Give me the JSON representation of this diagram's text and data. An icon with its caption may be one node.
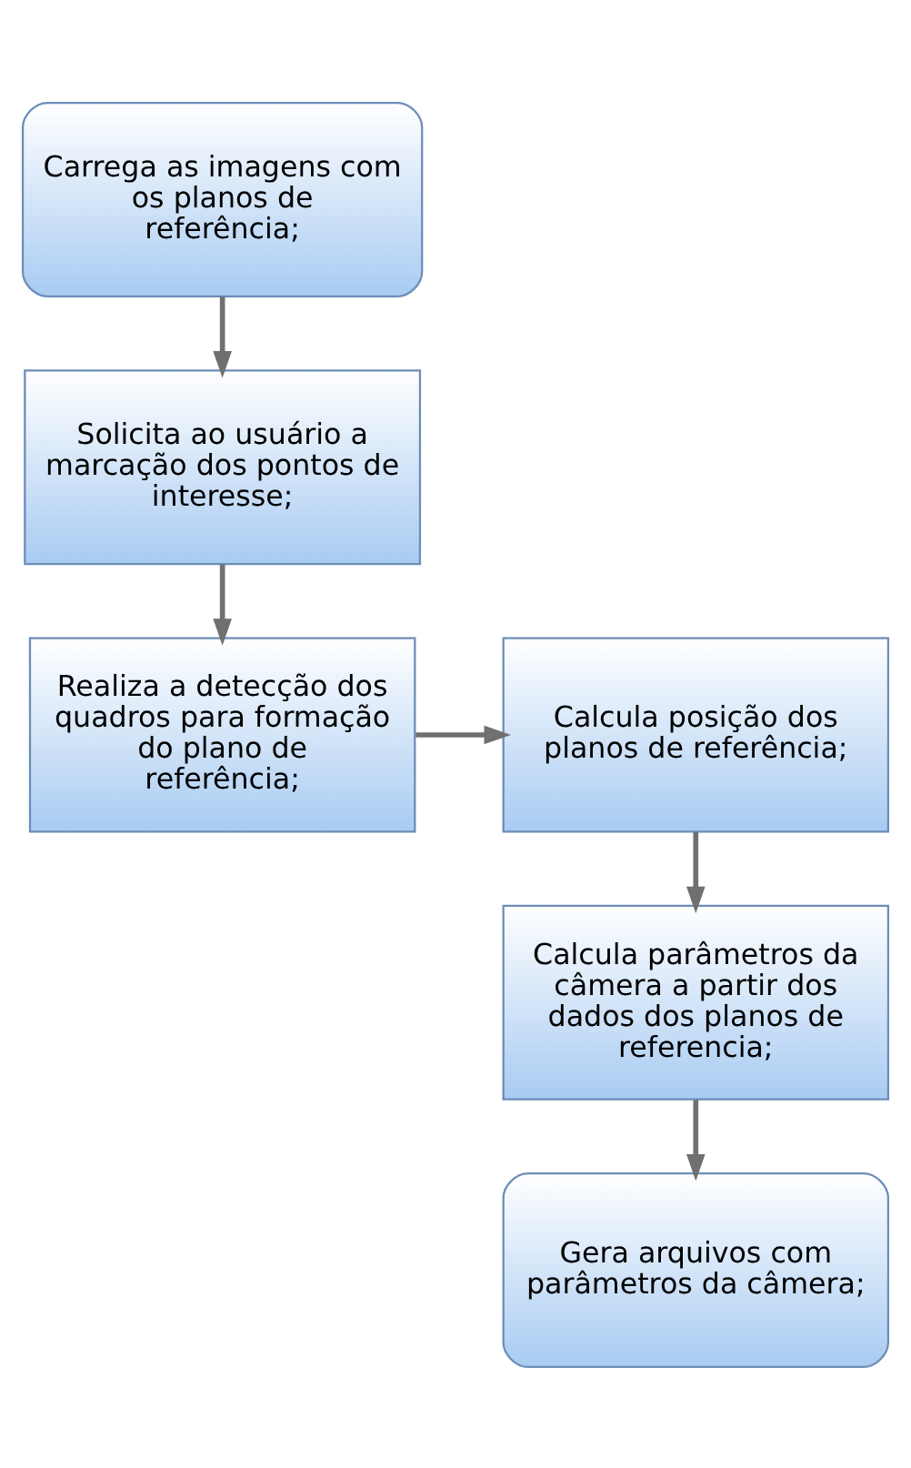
{
  "diagram": {
    "nodes": [
      {
        "text": [
          "Carrega as imagens com os planos de referência;"
        ]
      },
      {
        "text": [
          "Solicita ao usuário a marcação dos pontos de interesse;"
        ]
      },
      {
        "text": [
          "Realiza a detecção dos quadros para formação do plano de referência;"
        ]
      },
      {
        "text": [
          "Calcula posição dos planos de referência;"
        ]
      },
      {
        "text": [
          "Calcula parâmetros da câmera a partir dos dados dos planos de referencia;"
        ]
      },
      {
        "text": [
          "Gera arquivos com parâmetros da câmera;"
        ]
      }
    ],
    "edges": [
      {
        "from": 0,
        "to": 1,
        "arrow": "to"
      },
      {
        "from": 1,
        "to": 2,
        "arrow": "to"
      },
      {
        "from": 2,
        "to": 3,
        "arrow": "to"
      },
      {
        "from": 3,
        "to": 4,
        "arrow": "to"
      },
      {
        "from": 4,
        "to": 5,
        "arrow": "to"
      }
    ]
  }
}
